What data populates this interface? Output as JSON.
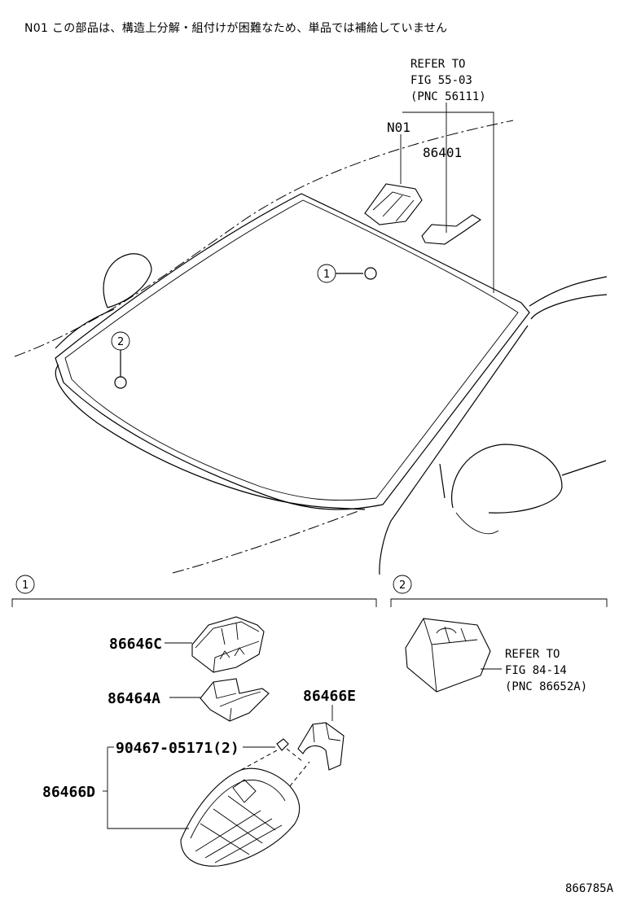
{
  "note": "N01 この部品は、構造上分解・組付けが困難なため、単品では補給していません",
  "refer_top": {
    "line1": "REFER TO",
    "line2": "FIG 55-03",
    "line3": "(PNC 56111)"
  },
  "labels": {
    "n01": "N01",
    "p86401": "86401",
    "p86646c": "86646C",
    "p86464a": "86464A",
    "p86466e": "86466E",
    "p90467": "90467-05171(2)",
    "p86466d": "86466D"
  },
  "callouts": {
    "one": "1",
    "two": "2"
  },
  "refer_right": {
    "line1": "REFER TO",
    "line2": "FIG 84-14",
    "line3": "(PNC 86652A)"
  },
  "figure_id": "866785A"
}
